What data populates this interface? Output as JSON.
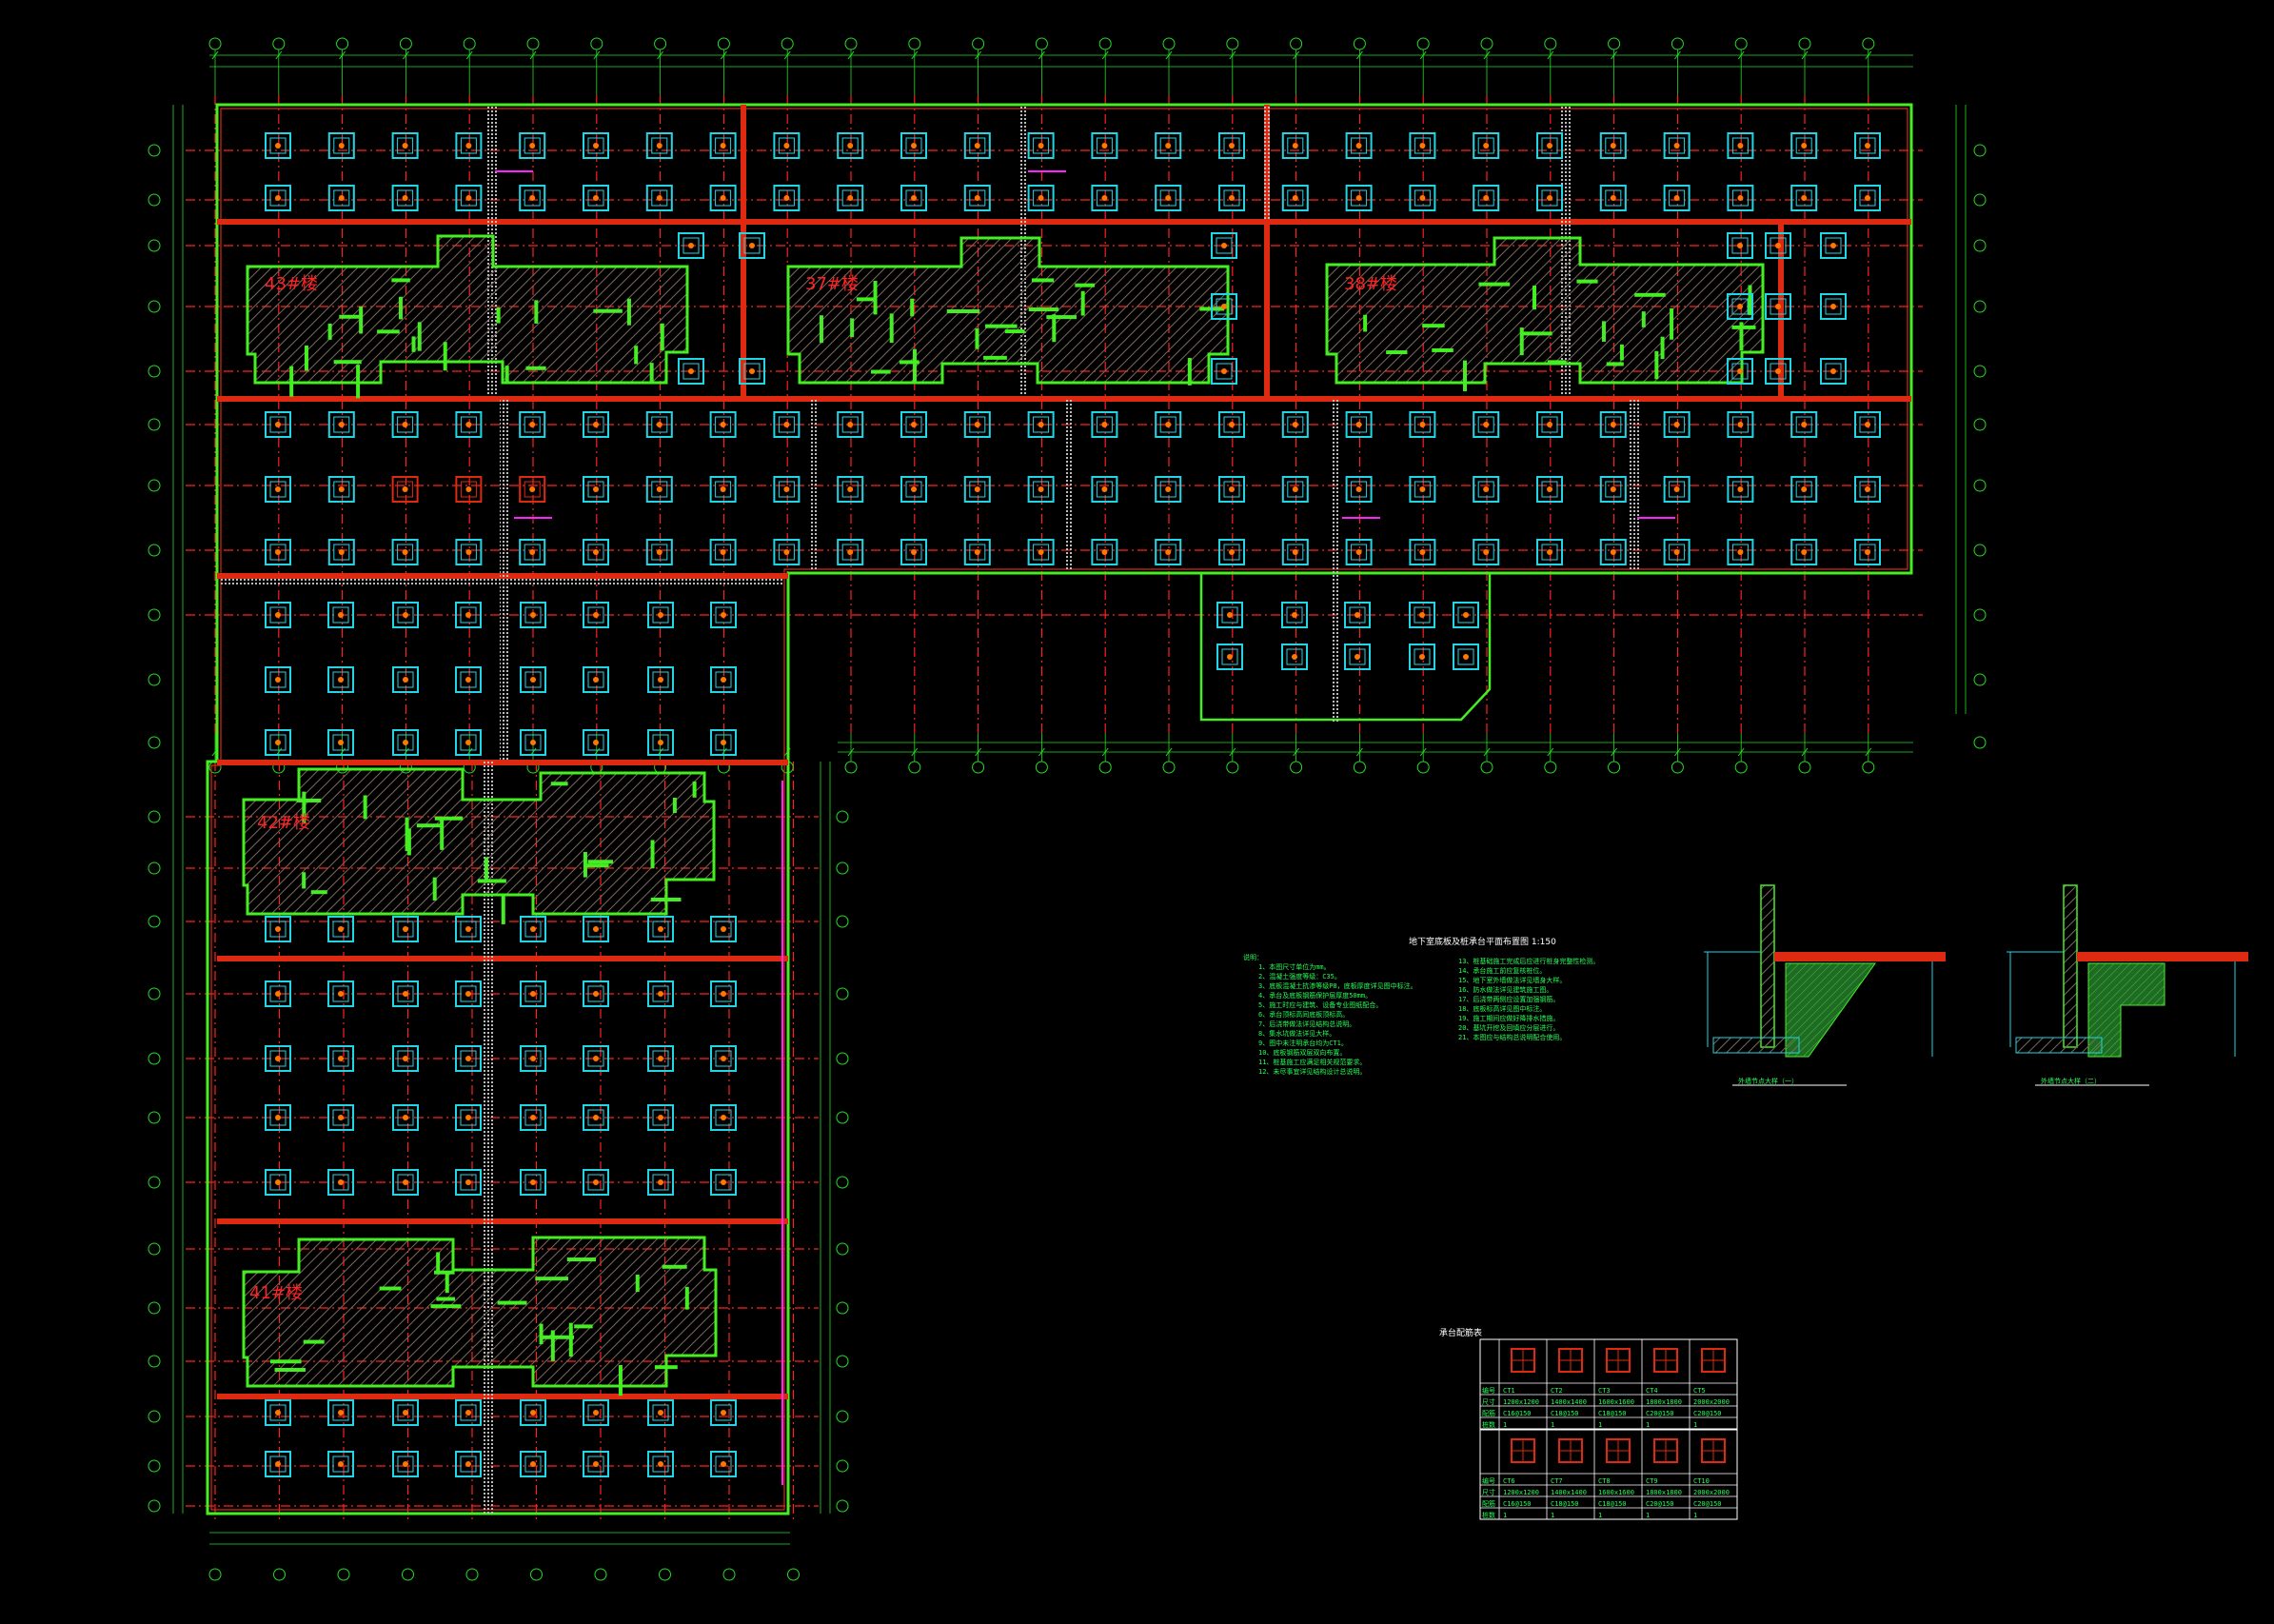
{
  "drawing": {
    "background": "#000000",
    "colors": {
      "grid_axis": "#ff2020",
      "slab": "#dd2a10",
      "wall": "#44ee22",
      "pile_cap": "#22d4e4",
      "pile": "#ff7700",
      "hatch": "#887766",
      "dimension": "#22dd22",
      "rebar": "#ff22ff",
      "border": "#22cc22",
      "text": "#ffffff"
    }
  },
  "building_labels": [
    {
      "name": "tower-label-1",
      "text": "43#楼"
    },
    {
      "name": "tower-label-2",
      "text": "37#楼"
    },
    {
      "name": "tower-label-3",
      "text": "38#楼"
    },
    {
      "name": "tower-label-4",
      "text": "42#楼"
    },
    {
      "name": "tower-label-5",
      "text": "41#楼"
    }
  ],
  "notes": {
    "heading": "说明：",
    "title": "地下室底板及桩承台平面布置图  1:150",
    "left_lines": [
      "1、本图尺寸单位为mm。",
      "2、混凝土强度等级：C35。",
      "3、底板混凝土抗渗等级P8，底板厚度详见图中标注。",
      "4、承台及底板钢筋保护层厚度50mm。",
      "5、施工时应与建筑、设备专业图纸配合。",
      "6、承台顶标高同底板顶标高。",
      "7、后浇带做法详见结构总说明。",
      "8、集水坑做法详见大样。",
      "9、图中未注明承台均为CT1。",
      "10、底板钢筋双层双向布置。",
      "11、桩基施工应满足相关规范要求。",
      "12、未尽事宜详见结构设计总说明。"
    ],
    "right_lines": [
      "13、桩基础施工完成后应进行桩身完整性检测。",
      "14、承台施工前应复核桩位。",
      "15、地下室外墙做法详见墙身大样。",
      "16、防水做法详见建筑施工图。",
      "17、后浇带两侧应设置加强钢筋。",
      "18、底板标高详见图中标注。",
      "19、施工期间应做好降排水措施。",
      "20、基坑开挖及回填应分层进行。",
      "21、本图应与结构总说明配合使用。"
    ]
  },
  "section_details": [
    {
      "name": "wall-section-1",
      "caption": "外墙节点大样（一）"
    },
    {
      "name": "wall-section-2",
      "caption": "外墙节点大样（二）"
    }
  ],
  "schedule": {
    "title": "承台配筋表",
    "row_labels": [
      "编号",
      "尺寸",
      "配筋",
      "桩数"
    ],
    "top_row": [
      {
        "id": "CT1",
        "size": "1200x1200",
        "rebar": "C16@150",
        "piles": "1"
      },
      {
        "id": "CT2",
        "size": "1400x1400",
        "rebar": "C18@150",
        "piles": "1"
      },
      {
        "id": "CT3",
        "size": "1600x1600",
        "rebar": "C18@150",
        "piles": "1"
      },
      {
        "id": "CT4",
        "size": "1800x1800",
        "rebar": "C20@150",
        "piles": "1"
      },
      {
        "id": "CT5",
        "size": "2000x2000",
        "rebar": "C20@150",
        "piles": "1"
      }
    ],
    "bottom_row": [
      {
        "id": "CT6",
        "size": "1200x1200",
        "rebar": "C16@150",
        "piles": "1"
      },
      {
        "id": "CT7",
        "size": "1400x1400",
        "rebar": "C18@150",
        "piles": "1"
      },
      {
        "id": "CT8",
        "size": "1600x1600",
        "rebar": "C18@150",
        "piles": "1"
      },
      {
        "id": "CT9",
        "size": "1800x1800",
        "rebar": "C20@150",
        "piles": "1"
      },
      {
        "id": "CT10",
        "size": "2000x2000",
        "rebar": "C20@150",
        "piles": "1"
      }
    ]
  }
}
